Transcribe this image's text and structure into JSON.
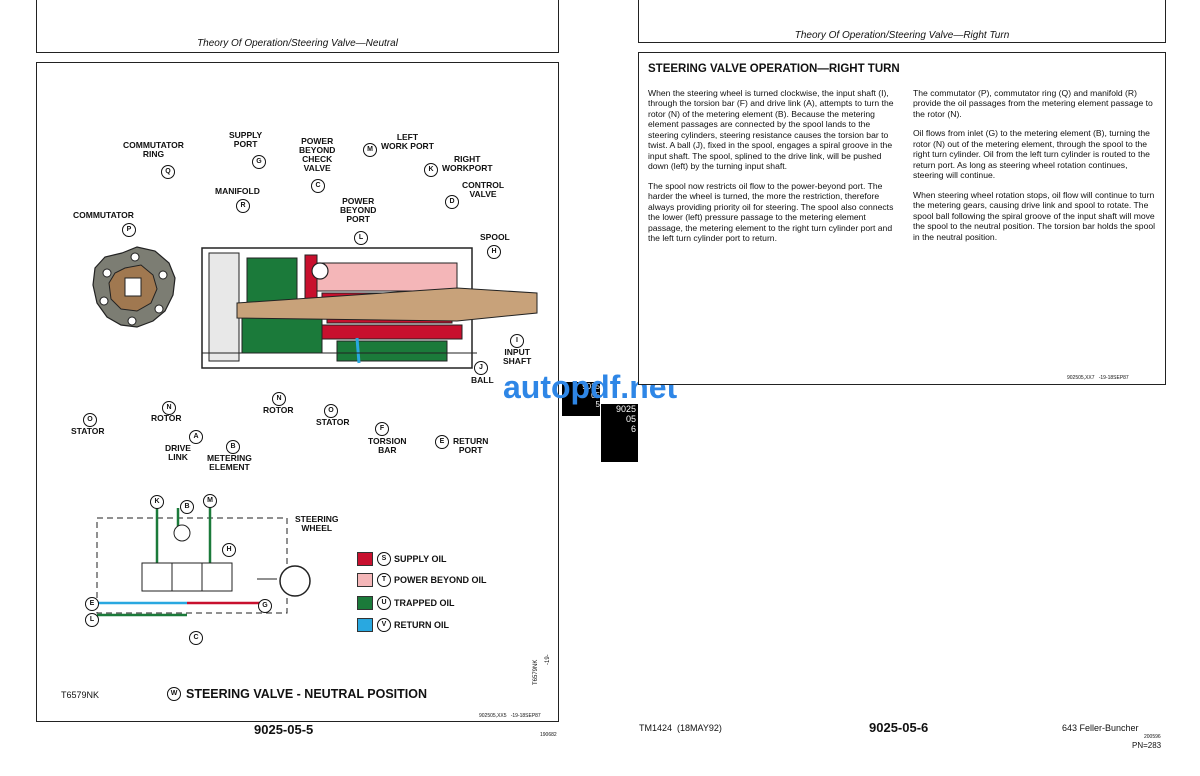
{
  "left_page": {
    "header": "Theory Of Operation/Steering Valve—Neutral",
    "page_number": "9025-05-5",
    "figure_code": "T6579NK",
    "figure_code_vertical": "T6579NK",
    "vertical_small": "-19-",
    "doc_ref": "902505,XX5   -19-18SEP87",
    "tiny_ref": "190682",
    "figure_title_letter": "W",
    "figure_title": "STEERING VALVE - NEUTRAL POSITION",
    "labels": {
      "commutator_ring": "COMMUTATOR\nRING",
      "supply_port": "SUPPLY\nPORT",
      "power_beyond_check": "POWER\nBEYOND\nCHECK\nVALVE",
      "left_work_port": "LEFT\nWORK PORT",
      "right_workport": "RIGHT\nWORKPORT",
      "control_valve": "CONTROL\nVALVE",
      "manifold": "MANIFOLD",
      "power_beyond_port": "POWER\nBEYOND\nPORT",
      "commutator": "COMMUTATOR",
      "spool": "SPOOL",
      "input_shaft": "INPUT\nSHAFT",
      "ball": "BALL",
      "stator_left": "STATOR",
      "rotor_left": "ROTOR",
      "rotor_mid": "ROTOR",
      "stator_mid": "STATOR",
      "drive_link": "DRIVE\nLINK",
      "metering_element": "METERING\nELEMENT",
      "torsion_bar": "TORSION\nBAR",
      "return_port": "RETURN\nPORT",
      "steering_wheel": "STEERING\nWHEEL"
    },
    "letters": [
      "Q",
      "G",
      "C",
      "M",
      "K",
      "D",
      "R",
      "L",
      "H",
      "P",
      "I",
      "J",
      "O",
      "N",
      "N",
      "O",
      "A",
      "B",
      "F",
      "E",
      "K",
      "B",
      "M",
      "H",
      "E",
      "L",
      "G",
      "C"
    ],
    "legend": [
      {
        "letter": "S",
        "label": "SUPPLY OIL",
        "color": "#c8102e"
      },
      {
        "letter": "T",
        "label": "POWER BEYOND OIL",
        "color": "#f4b6b8"
      },
      {
        "letter": "U",
        "label": "TRAPPED OIL",
        "color": "#1b7a3a"
      },
      {
        "letter": "V",
        "label": "RETURN OIL",
        "color": "#29a8e0"
      }
    ]
  },
  "right_page": {
    "header": "Theory Of Operation/Steering Valve—Right Turn",
    "title": "STEERING VALVE OPERATION—RIGHT TURN",
    "col1_p1": "When the steering wheel is turned clockwise, the input shaft (I), through the torsion bar (F) and drive link (A), attempts to turn the rotor (N) of the metering element (B). Because the metering element passages are connected by the spool lands to the steering cylinders, steering resistance causes the torsion bar to twist. A ball (J), fixed in the spool, engages a spiral groove in the input shaft. The spool, splined to the drive link, will be pushed down (left) by the turning input shaft.",
    "col1_p2": "The spool now restricts oil flow to the power-beyond port. The harder the wheel is turned, the more the restriction, therefore always providing priority oil for steering. The spool also connects the lower (left) pressure passage to the metering element passage, the metering element to the right turn cylinder port and the left turn cylinder port to return.",
    "col2_p1": "The commutator (P), commutator ring (Q) and manifold (R) provide the oil passages from the metering element passage to the rotor (N).",
    "col2_p2": "Oil flows from inlet (G) to the metering element (B), turning the rotor (N) out of the metering element, through the spool to the right turn cylinder. Oil from the left turn cylinder is routed to the return port. As long as steering wheel rotation continues, steering will continue.",
    "col2_p3": "When steering wheel rotation stops, oil flow will continue to turn the metering gears, causing drive link and spool to rotate. The spool ball following the spiral groove of the input shaft will move the spool to the neutral position. The torsion bar holds the spool in the neutral position.",
    "doc_ref": "902505,XX7   -19-18SEP87",
    "footer_left": "TM1424  (18MAY92)",
    "page_number": "9025-05-6",
    "footer_right": "643 Feller-Buncher",
    "footer_tiny": "200596",
    "footer_pn": "PN=283"
  },
  "watermark": "autopdf.net",
  "center_tab_left": "9025\n05\n5",
  "center_tab_right": "9025\n05\n6"
}
